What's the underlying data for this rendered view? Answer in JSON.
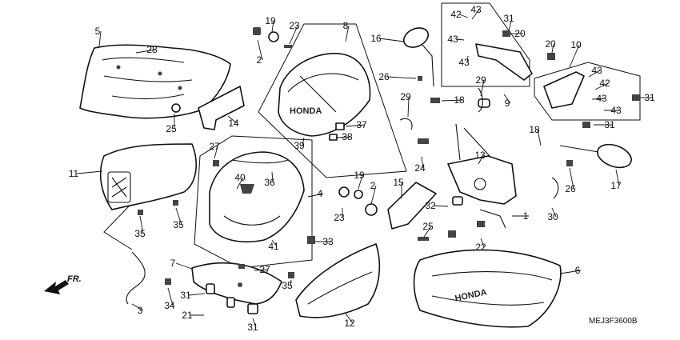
{
  "diagram": {
    "diagram_code": "MEJ3F3600B",
    "direction_label": "FR.",
    "emblem_text": "HONDA",
    "callouts": [
      {
        "id": "c1",
        "label": "1"
      },
      {
        "id": "c2a",
        "label": "2"
      },
      {
        "id": "c2b",
        "label": "2"
      },
      {
        "id": "c3",
        "label": "3"
      },
      {
        "id": "c4",
        "label": "4"
      },
      {
        "id": "c5",
        "label": "5"
      },
      {
        "id": "c6",
        "label": "6"
      },
      {
        "id": "c7",
        "label": "7"
      },
      {
        "id": "c8",
        "label": "8"
      },
      {
        "id": "c9",
        "label": "9"
      },
      {
        "id": "c10",
        "label": "10"
      },
      {
        "id": "c11",
        "label": "11"
      },
      {
        "id": "c12",
        "label": "12"
      },
      {
        "id": "c13",
        "label": "13"
      },
      {
        "id": "c14",
        "label": "14"
      },
      {
        "id": "c15",
        "label": "15"
      },
      {
        "id": "c16",
        "label": "16"
      },
      {
        "id": "c17",
        "label": "17"
      },
      {
        "id": "c18a",
        "label": "18"
      },
      {
        "id": "c18b",
        "label": "18"
      },
      {
        "id": "c19a",
        "label": "19"
      },
      {
        "id": "c19b",
        "label": "19"
      },
      {
        "id": "c20a",
        "label": "20"
      },
      {
        "id": "c20b",
        "label": "20"
      },
      {
        "id": "c21",
        "label": "21"
      },
      {
        "id": "c22",
        "label": "22"
      },
      {
        "id": "c23a",
        "label": "23"
      },
      {
        "id": "c23b",
        "label": "23"
      },
      {
        "id": "c24",
        "label": "24"
      },
      {
        "id": "c25a",
        "label": "25"
      },
      {
        "id": "c25b",
        "label": "25"
      },
      {
        "id": "c26a",
        "label": "26"
      },
      {
        "id": "c26b",
        "label": "26"
      },
      {
        "id": "c27a",
        "label": "27"
      },
      {
        "id": "c27b",
        "label": "27"
      },
      {
        "id": "c28",
        "label": "28"
      },
      {
        "id": "c29a",
        "label": "29"
      },
      {
        "id": "c29b",
        "label": "29"
      },
      {
        "id": "c30",
        "label": "30"
      },
      {
        "id": "c31a",
        "label": "31"
      },
      {
        "id": "c31b",
        "label": "31"
      },
      {
        "id": "c31c",
        "label": "31"
      },
      {
        "id": "c31d",
        "label": "31"
      },
      {
        "id": "c31e",
        "label": "31"
      },
      {
        "id": "c32",
        "label": "32"
      },
      {
        "id": "c33",
        "label": "33"
      },
      {
        "id": "c34",
        "label": "34"
      },
      {
        "id": "c35a",
        "label": "35"
      },
      {
        "id": "c35b",
        "label": "35"
      },
      {
        "id": "c35c",
        "label": "35"
      },
      {
        "id": "c36",
        "label": "36"
      },
      {
        "id": "c37",
        "label": "37"
      },
      {
        "id": "c38",
        "label": "38"
      },
      {
        "id": "c39",
        "label": "39"
      },
      {
        "id": "c40",
        "label": "40"
      },
      {
        "id": "c41",
        "label": "41"
      },
      {
        "id": "c42a",
        "label": "42"
      },
      {
        "id": "c42b",
        "label": "42"
      },
      {
        "id": "c43a",
        "label": "43"
      },
      {
        "id": "c43b",
        "label": "43"
      },
      {
        "id": "c43c",
        "label": "43"
      },
      {
        "id": "c43d",
        "label": "43"
      },
      {
        "id": "c43e",
        "label": "43"
      },
      {
        "id": "c43f",
        "label": "43"
      }
    ]
  }
}
